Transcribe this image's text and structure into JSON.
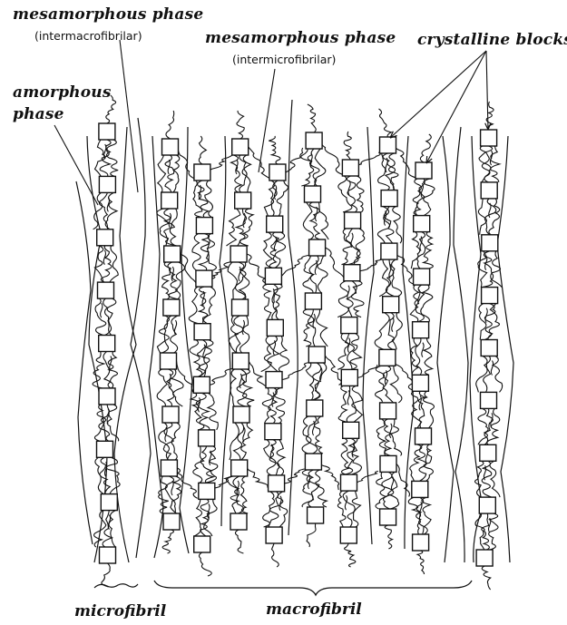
{
  "labels": {
    "mesamorphous_1": "mesamorphous phase",
    "intermacrofibrilar": "(intermacrofibrilar)",
    "mesamorphous_2": "mesamorphous phase",
    "intermicrofibrilar": "(intermicrofibrilar)",
    "crystalline_blocks": "crystalline blocks",
    "amorphous": "amorphous",
    "phase": "phase",
    "microfibril": "microfibril",
    "macrofibril": "macrofibril"
  },
  "colors": {
    "ink": "#111111",
    "block_fill": "#ffffff",
    "background": "#ffffff"
  }
}
